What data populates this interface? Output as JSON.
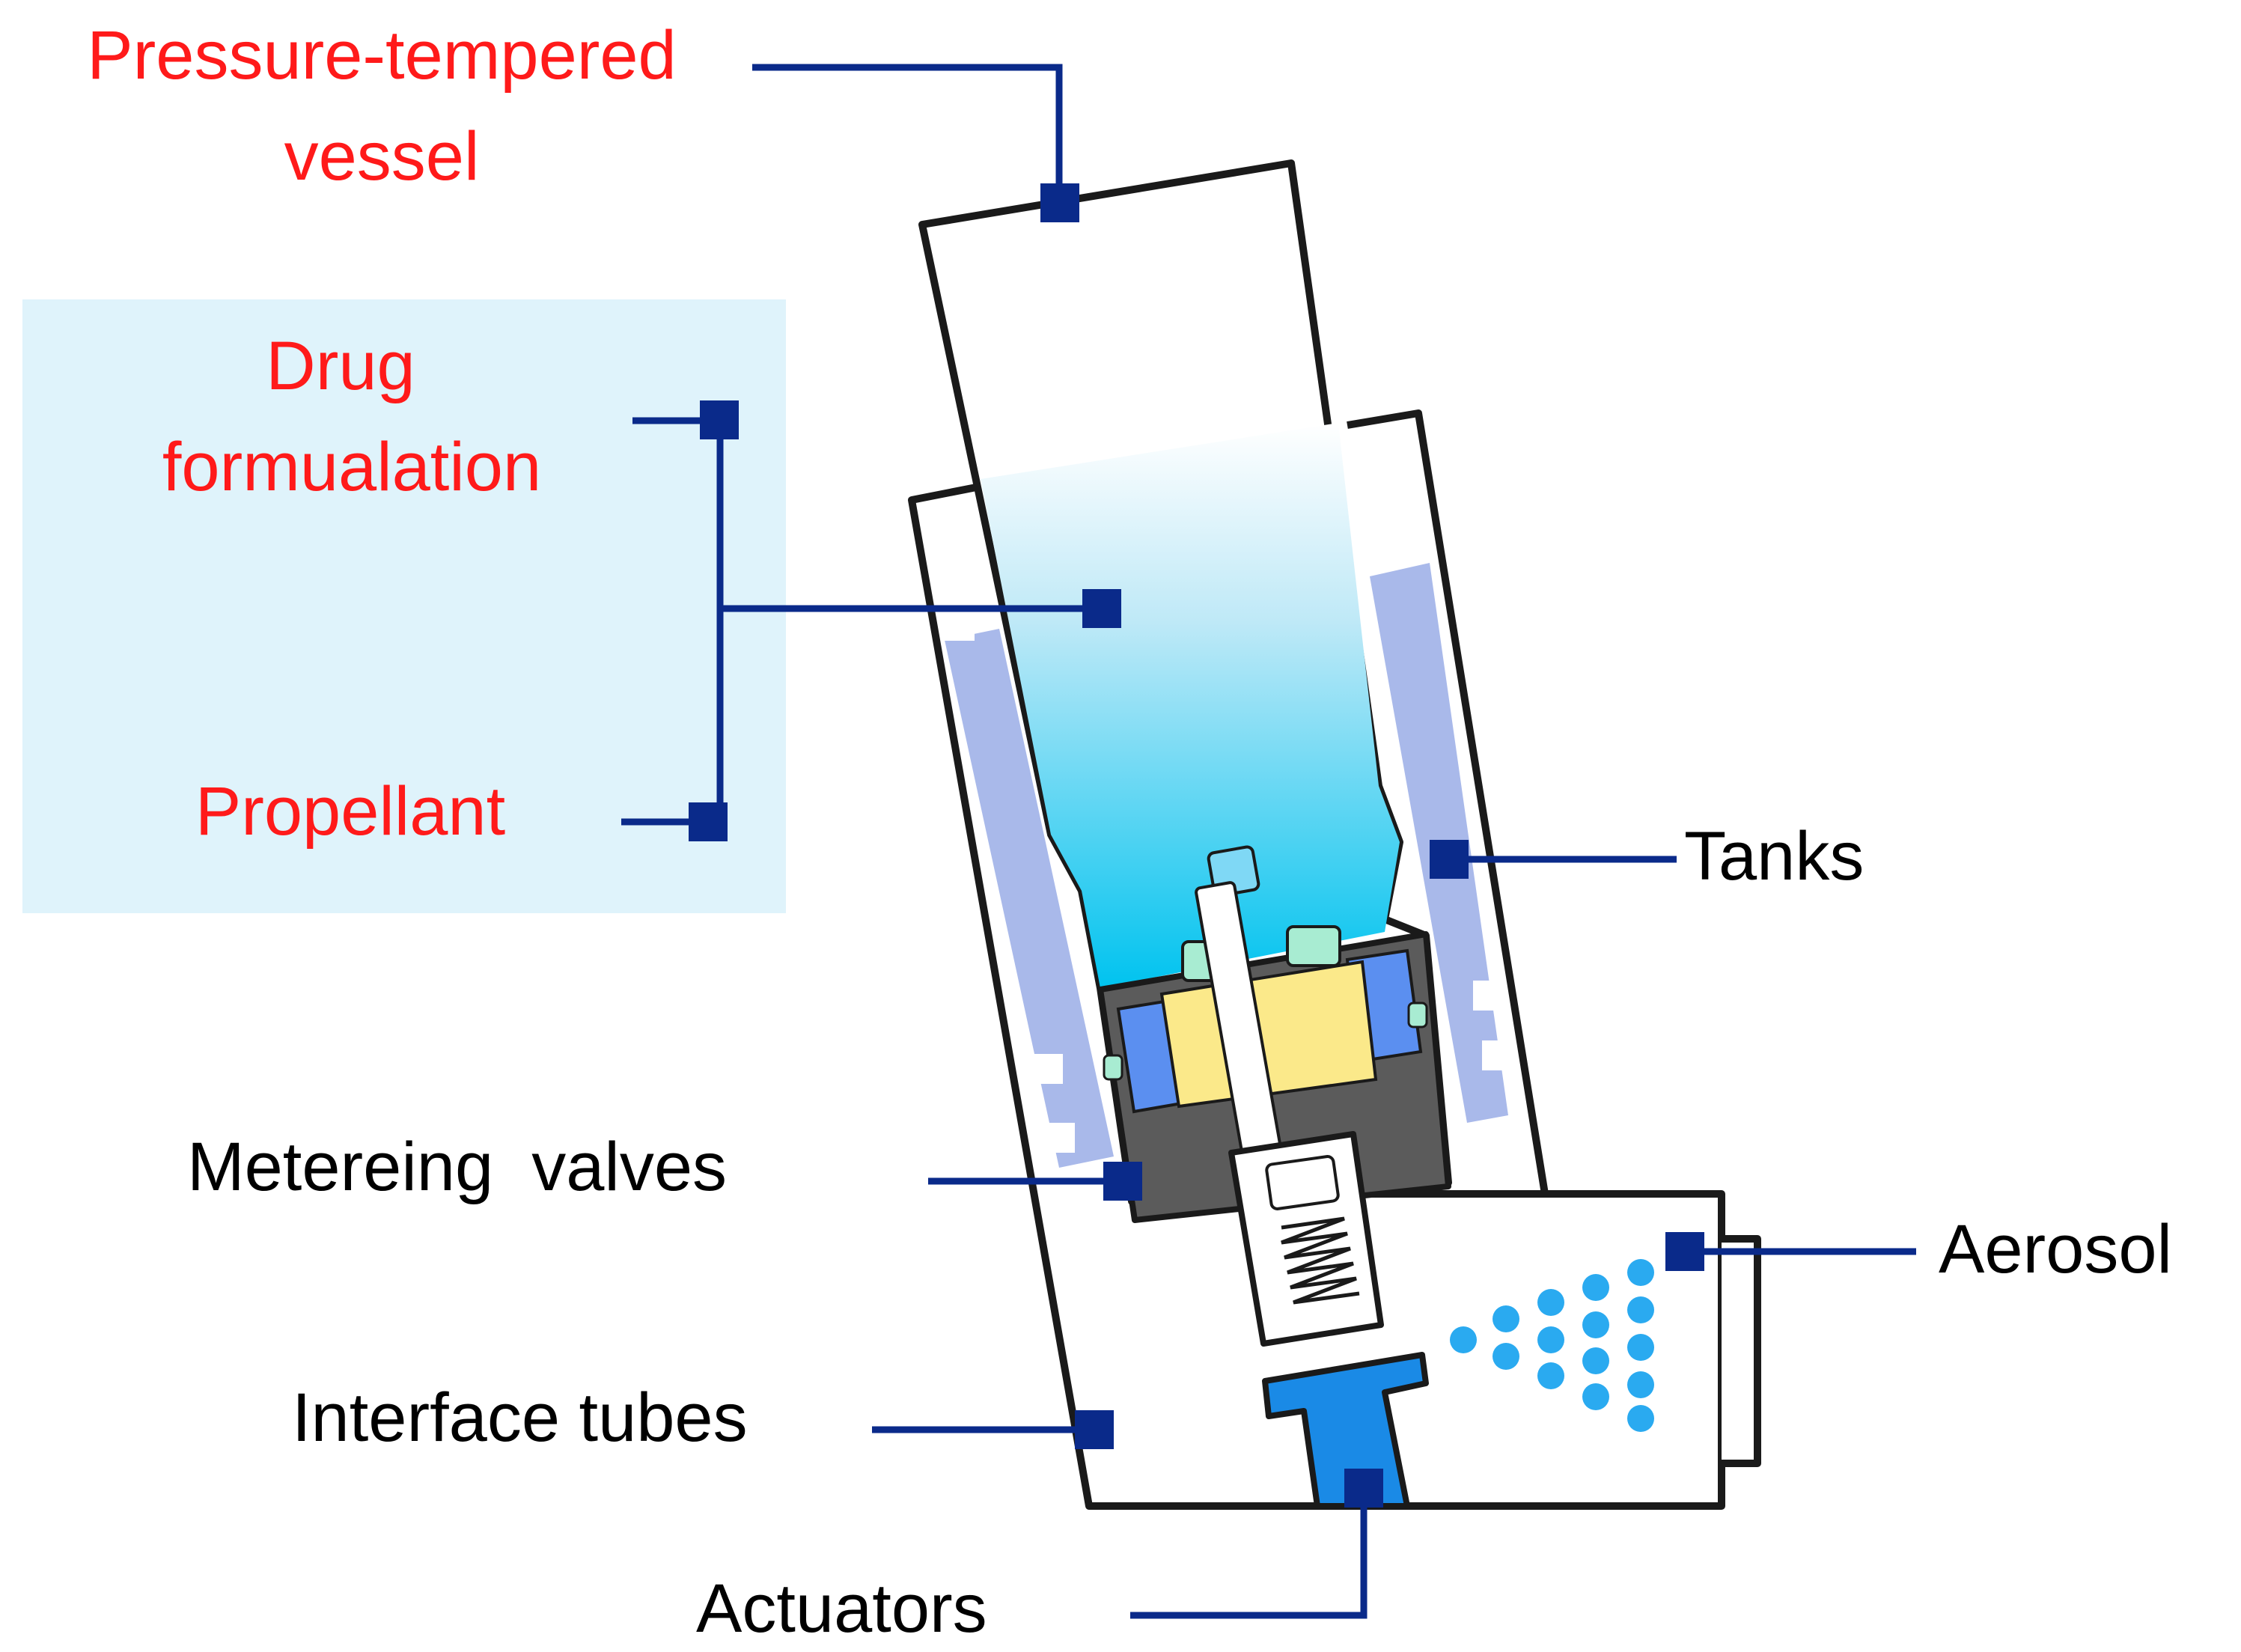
{
  "labels": {
    "pressure_line1": "Pressure-tempered",
    "pressure_line2": "vessel",
    "drug_line1": "Drug",
    "drug_line2": "formualation",
    "propellant": "Propellant",
    "tanks": "Tanks",
    "metering_valves": "Metereing  valves",
    "aerosol": "Aerosol",
    "interface_tubes": "Interface tubes",
    "actuators": "Actuators"
  },
  "colors": {
    "label_red": "#ff1a1a",
    "label_black": "#000000",
    "leader_line": "#0a2a8a",
    "panel_bg": "#dff3fb",
    "tank_fill": "#a9b9ea",
    "drug_gradient_top": "#ffffff",
    "drug_gradient_bottom": "#00c3ef",
    "valve_housing": "#5b5b5b",
    "valve_blue": "#5b8ff0",
    "valve_yellow": "#fbe98a",
    "valve_mint": "#a8ecd2",
    "actuator_blue": "#1a8ae6",
    "aerosol_dots": "#2aaaf0",
    "outline": "#1a1a1a"
  }
}
